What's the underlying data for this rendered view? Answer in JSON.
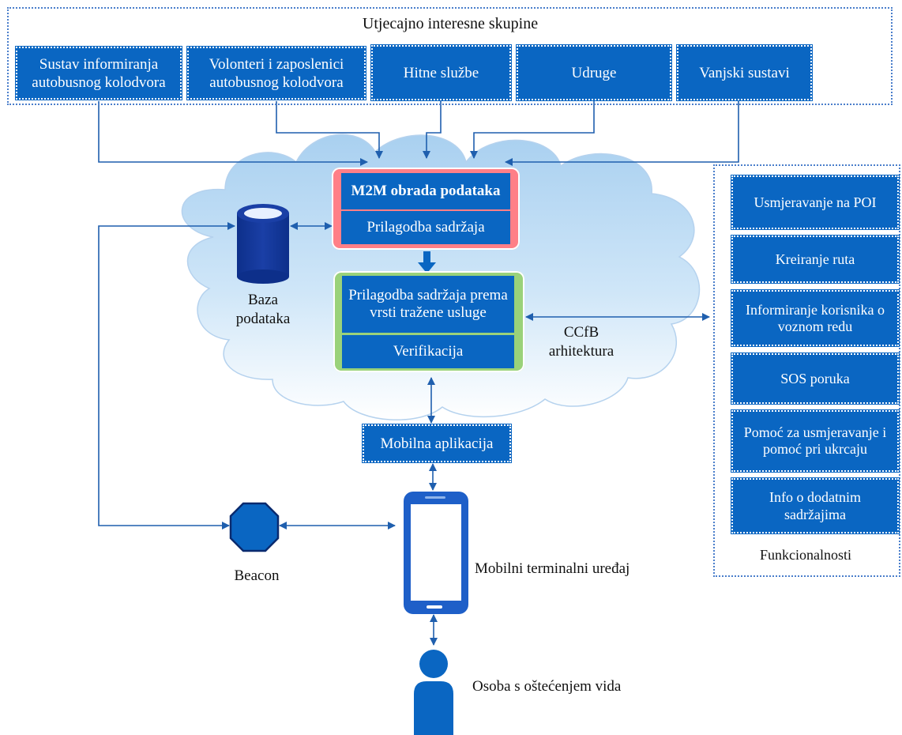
{
  "stakeholders": {
    "title": "Utjecajno interesne skupine",
    "items": [
      "Sustav informiranja autobusnog kolodvora",
      "Volonteri i zaposlenici autobusnog kolodvora",
      "Hitne službe",
      "Udruge",
      "Vanjski sustavi"
    ]
  },
  "cloud": {
    "label": "CCfB arhitektura",
    "processing": [
      "M2M obrada podataka",
      "Prilagodba sadržaja"
    ],
    "service": [
      "Prilagodba sadržaja prema vrsti tražene usluge",
      "Verifikacija"
    ]
  },
  "database": {
    "label": "Baza podataka"
  },
  "mobile_app": {
    "label": "Mobilna aplikacija"
  },
  "beacon": {
    "label": "Beacon"
  },
  "terminal": {
    "label": "Mobilni terminalni uređaj"
  },
  "person": {
    "label": "Osoba s oštećenjem vida"
  },
  "functions": {
    "title": "Funkcionalnosti",
    "items": [
      "Usmjeravanje na POI",
      "Kreiranje ruta",
      "Informiranje korisnika o voznom redu",
      "SOS poruka",
      "Pomoć za usmjeravanje i pomoć pri ukrcaju",
      "Info o dodatnim sadržajima"
    ]
  },
  "colors": {
    "box_blue": "#0a66c2",
    "dark_navy": "#1a237e",
    "dotted_border": "#4a7ecb",
    "arrow": "#1f5fae"
  }
}
